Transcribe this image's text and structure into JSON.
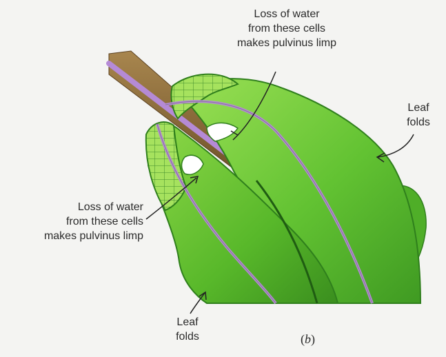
{
  "labels": {
    "top_callout": [
      "Loss of water",
      "from these cells",
      "makes pulvinus limp"
    ],
    "left_callout": [
      "Loss of water",
      "from these cells",
      "makes pulvinus limp"
    ],
    "right_fold": [
      "Leaf",
      "folds"
    ],
    "bottom_fold": [
      "Leaf",
      "folds"
    ],
    "panel": "b"
  },
  "colors": {
    "leaf_light": "#8fd84a",
    "leaf_mid": "#5cbc2c",
    "leaf_dark": "#2f7f1c",
    "stem": "#8b6a3a",
    "vein": "#b58ad6",
    "cell_outline": "#3d8a2a"
  }
}
